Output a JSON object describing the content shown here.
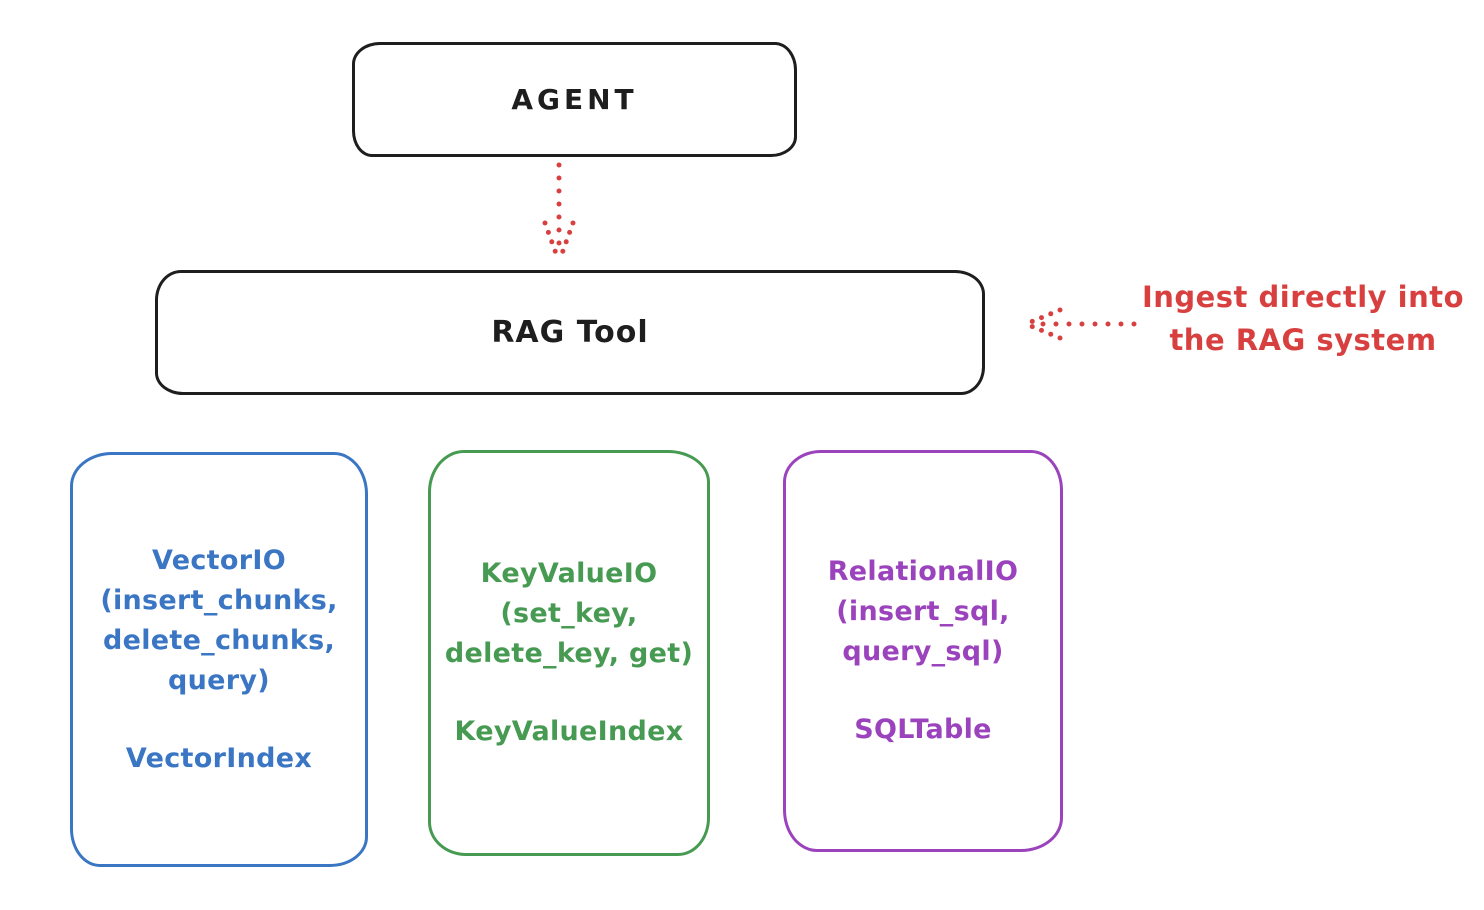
{
  "colors": {
    "ink": "#1e1e1e",
    "red": "#d84040",
    "blue": "#3a76c4",
    "green": "#479a52",
    "purple": "#9b43bd"
  },
  "agent_box": {
    "label": "AGENT"
  },
  "rag_tool_box": {
    "label": "RAG Tool"
  },
  "agent_to_rag_arrow": {
    "direction": "down",
    "style": "dotted"
  },
  "ingest_annotation": {
    "lines": [
      "Ingest directly into",
      "the RAG system"
    ],
    "arrow_direction": "left",
    "style": "dotted"
  },
  "storage_boxes": [
    {
      "name": "vector-io",
      "title_lines": [
        "VectorIO",
        "(insert_chunks,",
        "delete_chunks,",
        "query)"
      ],
      "index_label": "VectorIndex",
      "color": "#3a76c4"
    },
    {
      "name": "keyvalue-io",
      "title_lines": [
        "KeyValueIO",
        "(set_key,",
        "delete_key, get)"
      ],
      "index_label": "KeyValueIndex",
      "color": "#479a52"
    },
    {
      "name": "relational-io",
      "title_lines": [
        "RelationalIO",
        "(insert_sql,",
        "query_sql)"
      ],
      "index_label": "SQLTable",
      "color": "#9b43bd"
    }
  ]
}
